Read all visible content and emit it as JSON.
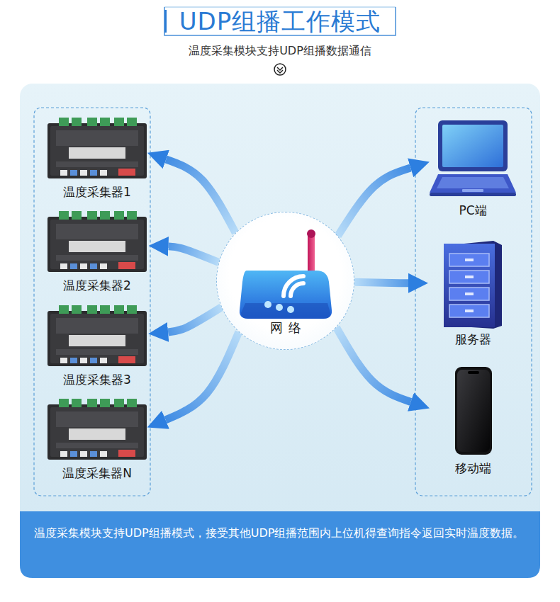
{
  "diagram": {
    "title": "UDP组播工作模式",
    "caption": "温度采集模块支持UDP组播模式，接受其他UDP组播范围内上位机得查询指令返回实时温度数据。",
    "nodes": [
      {
        "text": [
          "网络"
        ]
      },
      {
        "text": [
          "温度采集器1"
        ]
      },
      {
        "text": [
          "温度采集器2"
        ]
      },
      {
        "text": [
          "温度采集器3"
        ]
      },
      {
        "text": [
          "温度采集器N"
        ]
      },
      {
        "text": [
          "PC端"
        ]
      },
      {
        "text": [
          "服务器"
        ]
      },
      {
        "text": [
          "移动端"
        ]
      }
    ],
    "edges": [
      {
        "from": 0,
        "to": 1,
        "arrow": "to"
      },
      {
        "from": 0,
        "to": 2,
        "arrow": "to"
      },
      {
        "from": 0,
        "to": 3,
        "arrow": "to"
      },
      {
        "from": 0,
        "to": 4,
        "arrow": "to"
      },
      {
        "from": 0,
        "to": 5,
        "arrow": "to"
      },
      {
        "from": 0,
        "to": 6,
        "arrow": "to"
      },
      {
        "from": 0,
        "to": 7,
        "arrow": "to"
      }
    ],
    "labels": [
      "温度采集模块支持UDP组播数据通信"
    ]
  }
}
